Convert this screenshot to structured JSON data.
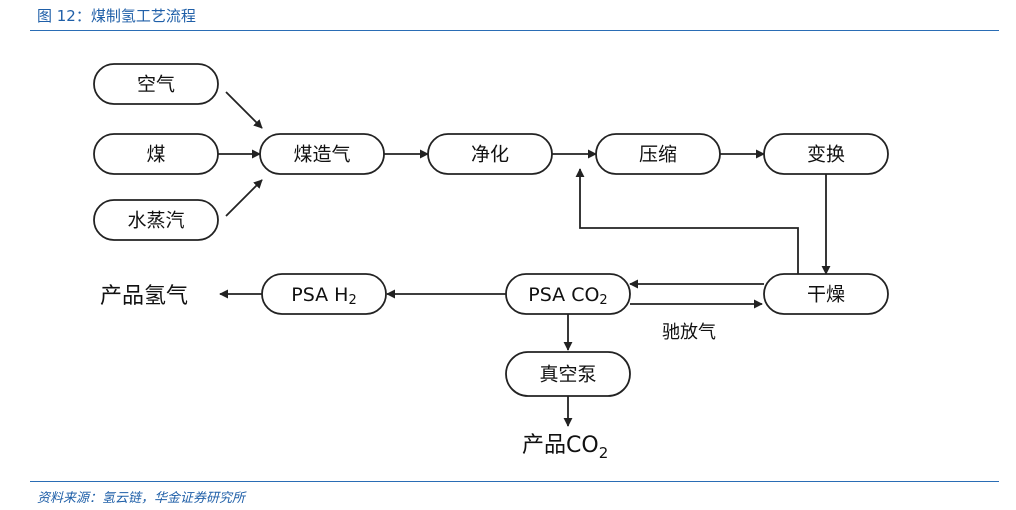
{
  "header": {
    "title": "图 12：煤制氢工艺流程"
  },
  "footer": {
    "source": "资料来源：氢云链，华金证券研究所"
  },
  "nodes": {
    "air": "空气",
    "coal": "煤",
    "steam": "水蒸汽",
    "gasifier": "煤造气",
    "purify": "净化",
    "compress": "压缩",
    "shift": "变换",
    "dry": "干燥",
    "psa_co2": "PSA CO",
    "psa_h2": "PSA H",
    "vacuum_pump": "真空泵"
  },
  "subscripts": {
    "co2": "2",
    "h2": "2"
  },
  "outputs": {
    "hydrogen": "产品氢气",
    "co2_product": "产品CO"
  },
  "labels": {
    "vent_gas": "驰放气"
  }
}
